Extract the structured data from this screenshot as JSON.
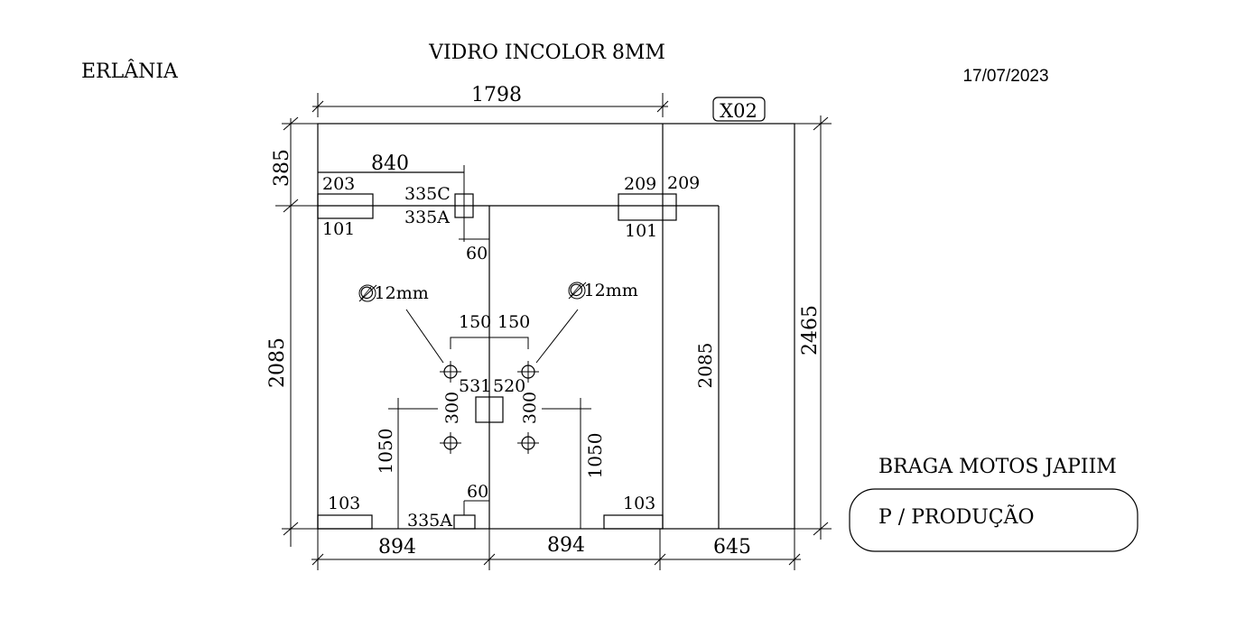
{
  "header": {
    "client": "ERLÂNIA",
    "material": "VIDRO INCOLOR 8MM",
    "date": "17/07/2023",
    "code": "X02"
  },
  "dimensions": {
    "top_width": "1798",
    "overall_height": "2465",
    "left_top_segment": "385",
    "left_height": "2085",
    "center_offset": "840",
    "right_inner_height": "2085",
    "bottom_left": "894",
    "bottom_mid": "894",
    "bottom_right": "645",
    "hinge_left_height": "1050",
    "hinge_right_height": "1050"
  },
  "cutouts": {
    "top_left_upper": "203",
    "top_left_lower": "101",
    "top_center_upper": "335C",
    "top_center_lower": "335A",
    "top_center_depth": "60",
    "top_right_upper_a": "209",
    "top_right_upper_b": "209",
    "top_right_lower": "101",
    "bottom_left": "103",
    "bottom_center": "335A",
    "bottom_center_depth": "60",
    "bottom_right": "103"
  },
  "holes": {
    "diameter_left": "∅12mm",
    "diameter_right": "∅12mm",
    "spacing_left": "150",
    "spacing_right": "150",
    "lock_left": "531",
    "lock_right": "520",
    "vertical_left": "300",
    "vertical_right": "300"
  },
  "footer": {
    "customer": "BRAGA MOTOS JAPIIM",
    "status": "P / PRODUÇÃO"
  }
}
